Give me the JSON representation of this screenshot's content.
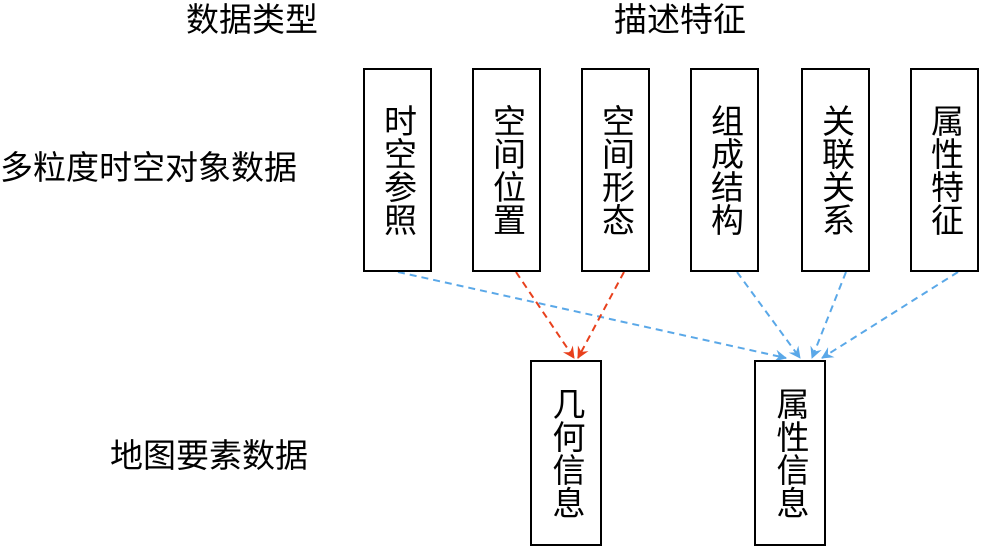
{
  "headers": {
    "data_type": "数据类型",
    "description": "描述特征"
  },
  "rows": {
    "source": "多粒度时空对象数据",
    "target": "地图要素数据"
  },
  "features": [
    "时空参照",
    "空间位置",
    "空间形态",
    "组成结构",
    "关联关系",
    "属性特征"
  ],
  "targets": [
    "几何信息",
    "属性信息"
  ],
  "colors": {
    "geometry_arrow": "#E8401C",
    "attribute_arrow": "#5AA8E8",
    "box_border": "#000000"
  }
}
